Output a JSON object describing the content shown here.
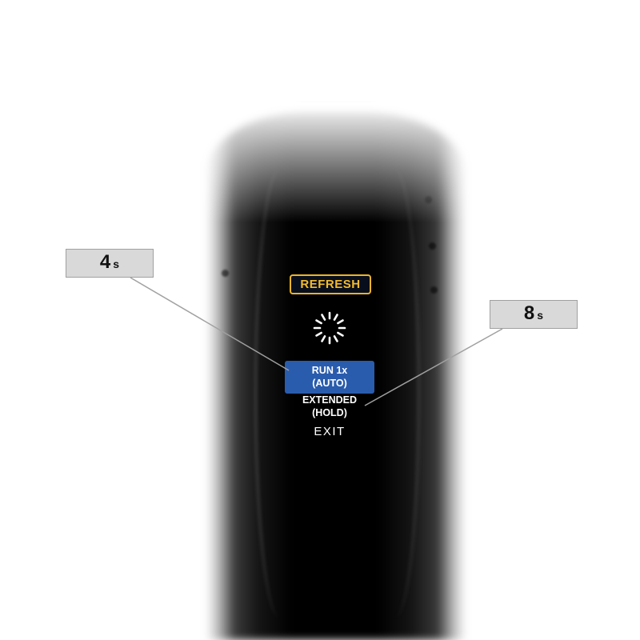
{
  "device": {
    "display": {
      "title": "REFRESH",
      "spinner_icon": "loading-spinner",
      "options": [
        {
          "line1": "RUN 1x",
          "line2": "(AUTO)",
          "highlighted": true
        },
        {
          "line1": "EXTENDED",
          "line2": "(HOLD)",
          "highlighted": false
        }
      ],
      "exit_label": "EXIT"
    }
  },
  "callouts": [
    {
      "value": "4",
      "unit": "s",
      "points_to": "RUN 1x (AUTO)"
    },
    {
      "value": "8",
      "unit": "s",
      "points_to": "EXTENDED (HOLD)"
    }
  ],
  "colors": {
    "accent_yellow": "#edb42a",
    "highlight_blue": "#2a5cad",
    "callout_bg": "#d9d9d9",
    "leader_line": "#a0a0a0",
    "device_black": "#000000"
  }
}
